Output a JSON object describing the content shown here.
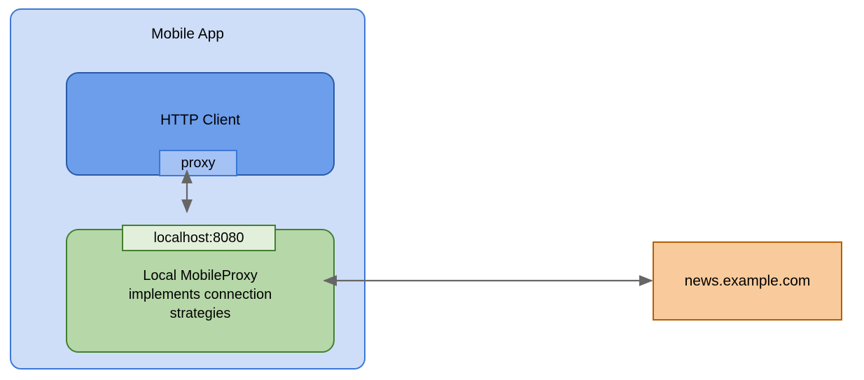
{
  "diagram": {
    "title": "Mobile App",
    "type": "architecture-diagram",
    "nodes": {
      "mobile_app": {
        "label": "Mobile App",
        "fill": "#cfdef8",
        "stroke": "#3c78d8",
        "shape": "rounded-rectangle"
      },
      "http_client": {
        "label": "HTTP Client",
        "fill": "#6d9eeb",
        "stroke": "#2a5aa8",
        "shape": "rounded-rectangle"
      },
      "proxy_port": {
        "label": "proxy",
        "fill": "#a4c2f4",
        "stroke": "#3c78d8",
        "shape": "rectangle"
      },
      "endpoint": {
        "label": "localhost:8080",
        "fill": "#e2efda",
        "stroke": "#43802f",
        "shape": "rectangle"
      },
      "mobile_proxy": {
        "label": "Local MobileProxy implements connection strategies",
        "line1": "Local MobileProxy",
        "line2": "implements connection",
        "line3": "strategies",
        "fill": "#b6d7a8",
        "stroke": "#43802f",
        "shape": "rounded-rectangle"
      },
      "remote_host": {
        "label": "news.example.com",
        "fill": "#f9cb9c",
        "stroke": "#b45f06",
        "shape": "rectangle"
      }
    },
    "connectors": [
      {
        "name": "proxy-to-mobileproxy",
        "from": "proxy_port",
        "to": "endpoint",
        "orientation": "vertical",
        "arrowheads": "both",
        "color": "#666666"
      },
      {
        "name": "mobileproxy-to-remote-host",
        "from": "mobile_proxy",
        "to": "remote_host",
        "orientation": "horizontal",
        "arrowheads": "both",
        "color": "#666666"
      }
    ]
  }
}
